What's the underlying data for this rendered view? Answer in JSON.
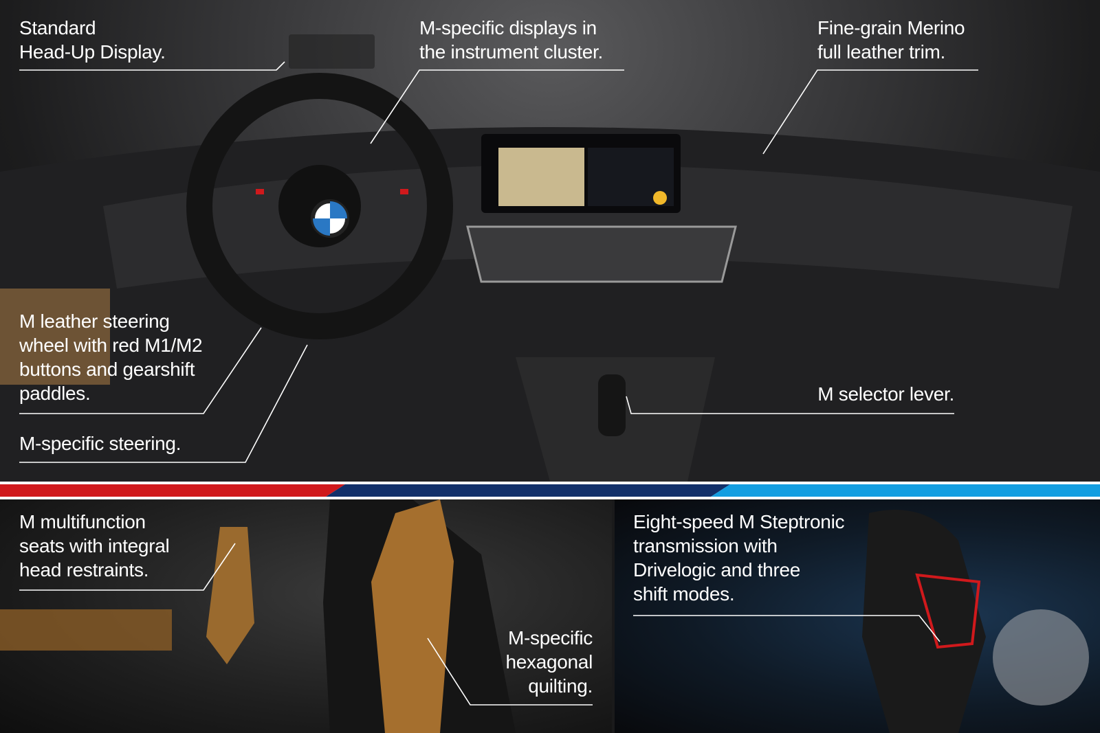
{
  "callouts": {
    "hud": [
      "Standard",
      "Head-Up Display."
    ],
    "cluster": [
      "M-specific displays in",
      "the instrument cluster."
    ],
    "merino": [
      "Fine-grain Merino",
      "full leather trim."
    ],
    "wheel": [
      "M leather steering",
      "wheel with red M1/M2",
      "buttons and gearshift",
      "paddles."
    ],
    "steering": [
      "M-specific steering."
    ],
    "selector": [
      "M selector lever."
    ],
    "seats": [
      "M multifunction",
      "seats with integral",
      "head restraints."
    ],
    "quilting": [
      "M-specific",
      "hexagonal",
      "quilting."
    ],
    "transmission": [
      "Eight-speed M Steptronic",
      "transmission with",
      "Drivelogic and three",
      "shift modes."
    ]
  },
  "colors": {
    "m_red": "#d0191c",
    "m_blue": "#12306a",
    "m_light_blue": "#139ee1",
    "text": "#ffffff"
  }
}
